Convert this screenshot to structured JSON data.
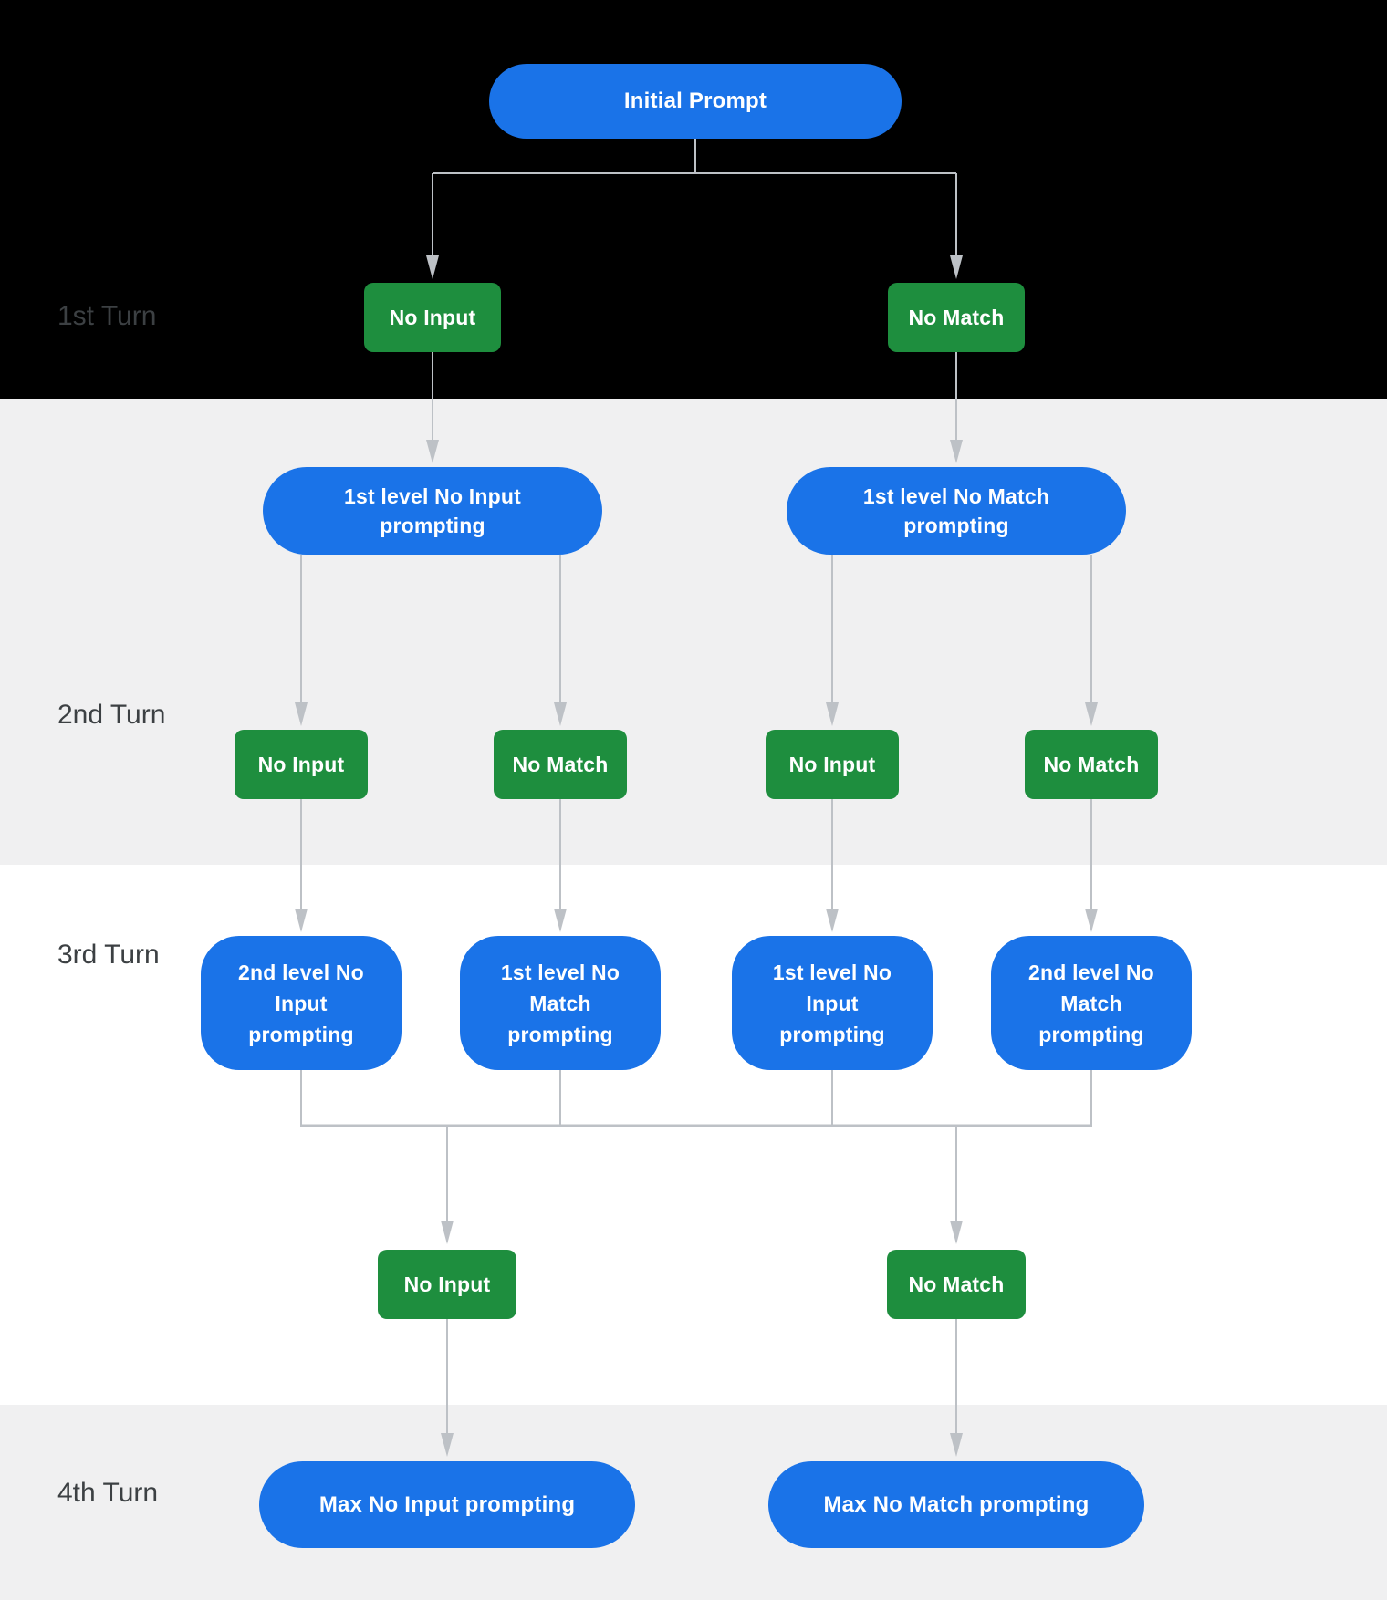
{
  "diagram": {
    "type": "flowchart",
    "initial_prompt": {
      "label": "Initial Prompt"
    },
    "turns": [
      {
        "label": "1st Turn"
      },
      {
        "label": "2nd Turn"
      },
      {
        "label": "3rd Turn"
      },
      {
        "label": "4th Turn"
      }
    ],
    "turn1_events": [
      {
        "label": "No Input"
      },
      {
        "label": "No Match"
      }
    ],
    "turn2_prompts": [
      {
        "label": "1st level No Input prompting"
      },
      {
        "label": "1st level No Match prompting"
      }
    ],
    "turn2_events": [
      {
        "label": "No Input"
      },
      {
        "label": "No Match"
      },
      {
        "label": "No Input"
      },
      {
        "label": "No Match"
      }
    ],
    "turn3_prompts": [
      {
        "label": "2nd level No Input prompting"
      },
      {
        "label": "1st level No Match prompting"
      },
      {
        "label": "1st level No Input prompting"
      },
      {
        "label": "2nd level No Match prompting"
      }
    ],
    "turn3_events": [
      {
        "label": "No Input"
      },
      {
        "label": "No Match"
      }
    ],
    "turn4_prompts": [
      {
        "label": "Max No Input prompting"
      },
      {
        "label": "Max No Match prompting"
      }
    ],
    "colors": {
      "prompt_blue": "#1A73E8",
      "event_green": "#1E8E3E",
      "connector_gray": "#BDC1C6",
      "turn_label_gray": "#3C4043",
      "band_black": "#000000",
      "band_gray": "#F0F0F1",
      "band_white": "#FFFFFF"
    }
  }
}
